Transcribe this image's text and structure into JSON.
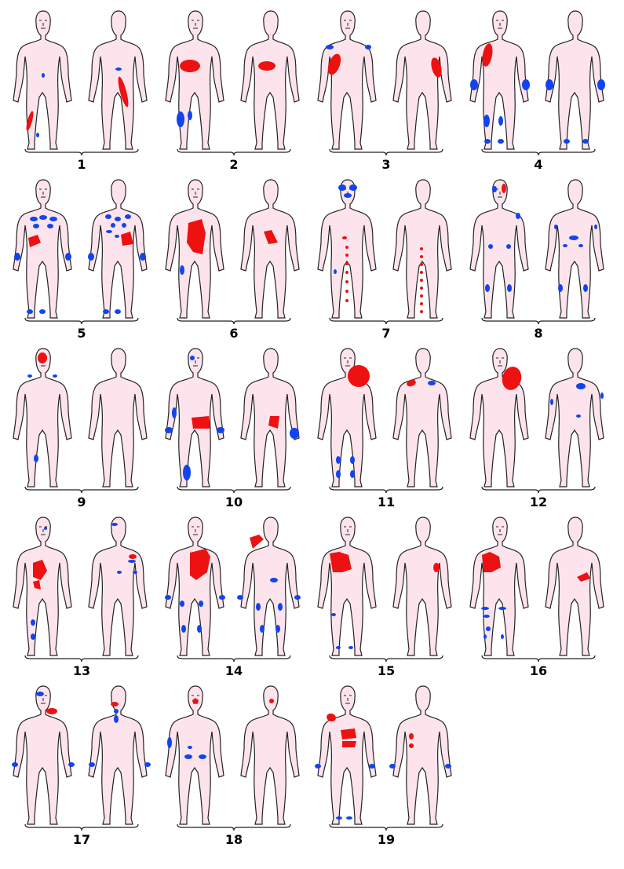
{
  "figure": {
    "panels": [
      {
        "label": "1"
      },
      {
        "label": "2"
      },
      {
        "label": "3"
      },
      {
        "label": "4"
      },
      {
        "label": "5"
      },
      {
        "label": "6"
      },
      {
        "label": "7"
      },
      {
        "label": "8"
      },
      {
        "label": "9"
      },
      {
        "label": "10"
      },
      {
        "label": "11"
      },
      {
        "label": "12"
      },
      {
        "label": "13"
      },
      {
        "label": "14"
      },
      {
        "label": "15"
      },
      {
        "label": "16"
      },
      {
        "label": "17"
      },
      {
        "label": "18"
      },
      {
        "label": "19"
      }
    ]
  },
  "colors": {
    "body_fill": "#fde4ec",
    "outline": "#222222",
    "primary_pain": "#ee1111",
    "referred_pain": "#1144ee"
  }
}
